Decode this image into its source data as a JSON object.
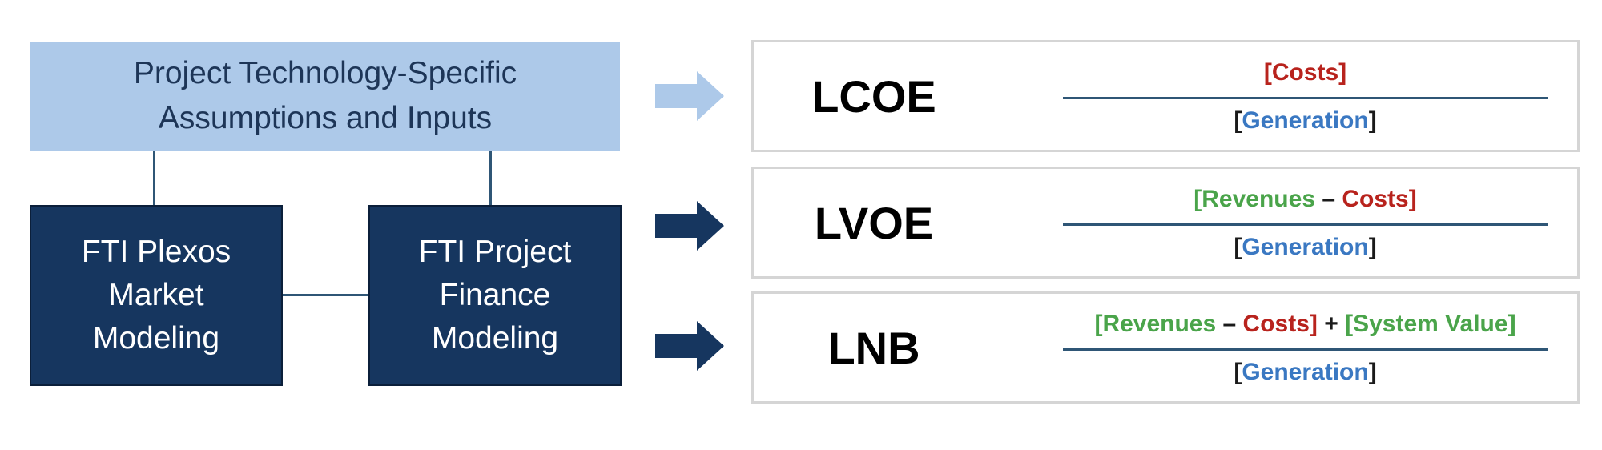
{
  "colors": {
    "inputs_box_fill": "#adc9e9",
    "model_box_fill": "#16365f",
    "connector": "#2f5676",
    "arrow_light": "#adc9e9",
    "arrow_dark": "#16365f",
    "costs": "#b8231d",
    "revenues": "#4aa44a",
    "generation": "#3a78c2",
    "system_value": "#4aa44a"
  },
  "inputs_box": {
    "line1": "Project Technology-Specific",
    "line2": "Assumptions and Inputs"
  },
  "plexos_box": {
    "line1": "FTI Plexos",
    "line2": "Market",
    "line3": "Modeling"
  },
  "finance_box": {
    "line1": "FTI Project",
    "line2": "Finance",
    "line3": "Modeling"
  },
  "metrics": [
    {
      "name": "LCOE",
      "numerator": {
        "open": "[",
        "costs": "Costs",
        "close": "]"
      },
      "denominator": {
        "open": "[",
        "generation": "Generation",
        "close": "]"
      }
    },
    {
      "name": "LVOE",
      "numerator": {
        "open": "[",
        "revenues": "Revenues",
        "minus": " – ",
        "costs": "Costs",
        "close": "]"
      },
      "denominator": {
        "open": "[",
        "generation": "Generation",
        "close": "]"
      }
    },
    {
      "name": "LNB",
      "numerator": {
        "open": "[",
        "revenues": "Revenues",
        "minus": " – ",
        "costs": "Costs",
        "close": "]",
        "plus": " + ",
        "open2": "[",
        "system_value": "System Value",
        "close2": "]"
      },
      "denominator": {
        "open": "[",
        "generation": "Generation",
        "close": "]"
      }
    }
  ]
}
